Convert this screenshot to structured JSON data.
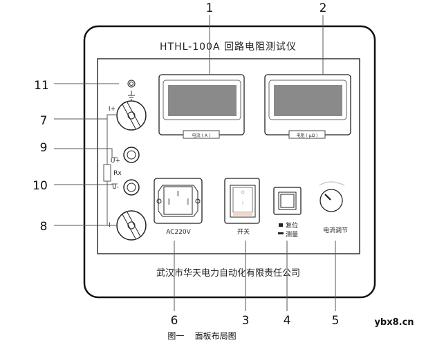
{
  "panel": {
    "title": "HTHL-100A 回路电阻测试仪",
    "company": "武汉市华天电力自动化有限责任公司",
    "display_current_label": "电流 ( A )",
    "display_resistance_label": "电阻 ( μΩ )",
    "terminal_i_plus": "I+",
    "terminal_u_plus": "U+",
    "terminal_u_minus": "U-",
    "terminal_i_minus": "I-",
    "rx_label": "Rx",
    "power_socket_label": "AC220V",
    "switch_label": "开关",
    "button_reset_label": "复位",
    "button_measure_label": "测量",
    "knob_label": "电流调节",
    "switch_mark": "I"
  },
  "callouts": {
    "c1": "1",
    "c2": "2",
    "c3": "3",
    "c4": "4",
    "c5": "5",
    "c6": "6",
    "c7": "7",
    "c8": "8",
    "c9": "9",
    "c10": "10",
    "c11": "11"
  },
  "caption": "图一    面板布局图",
  "watermark": "ybx8.cn",
  "colors": {
    "screen": "#8a8a8a",
    "outline": "#222222"
  }
}
